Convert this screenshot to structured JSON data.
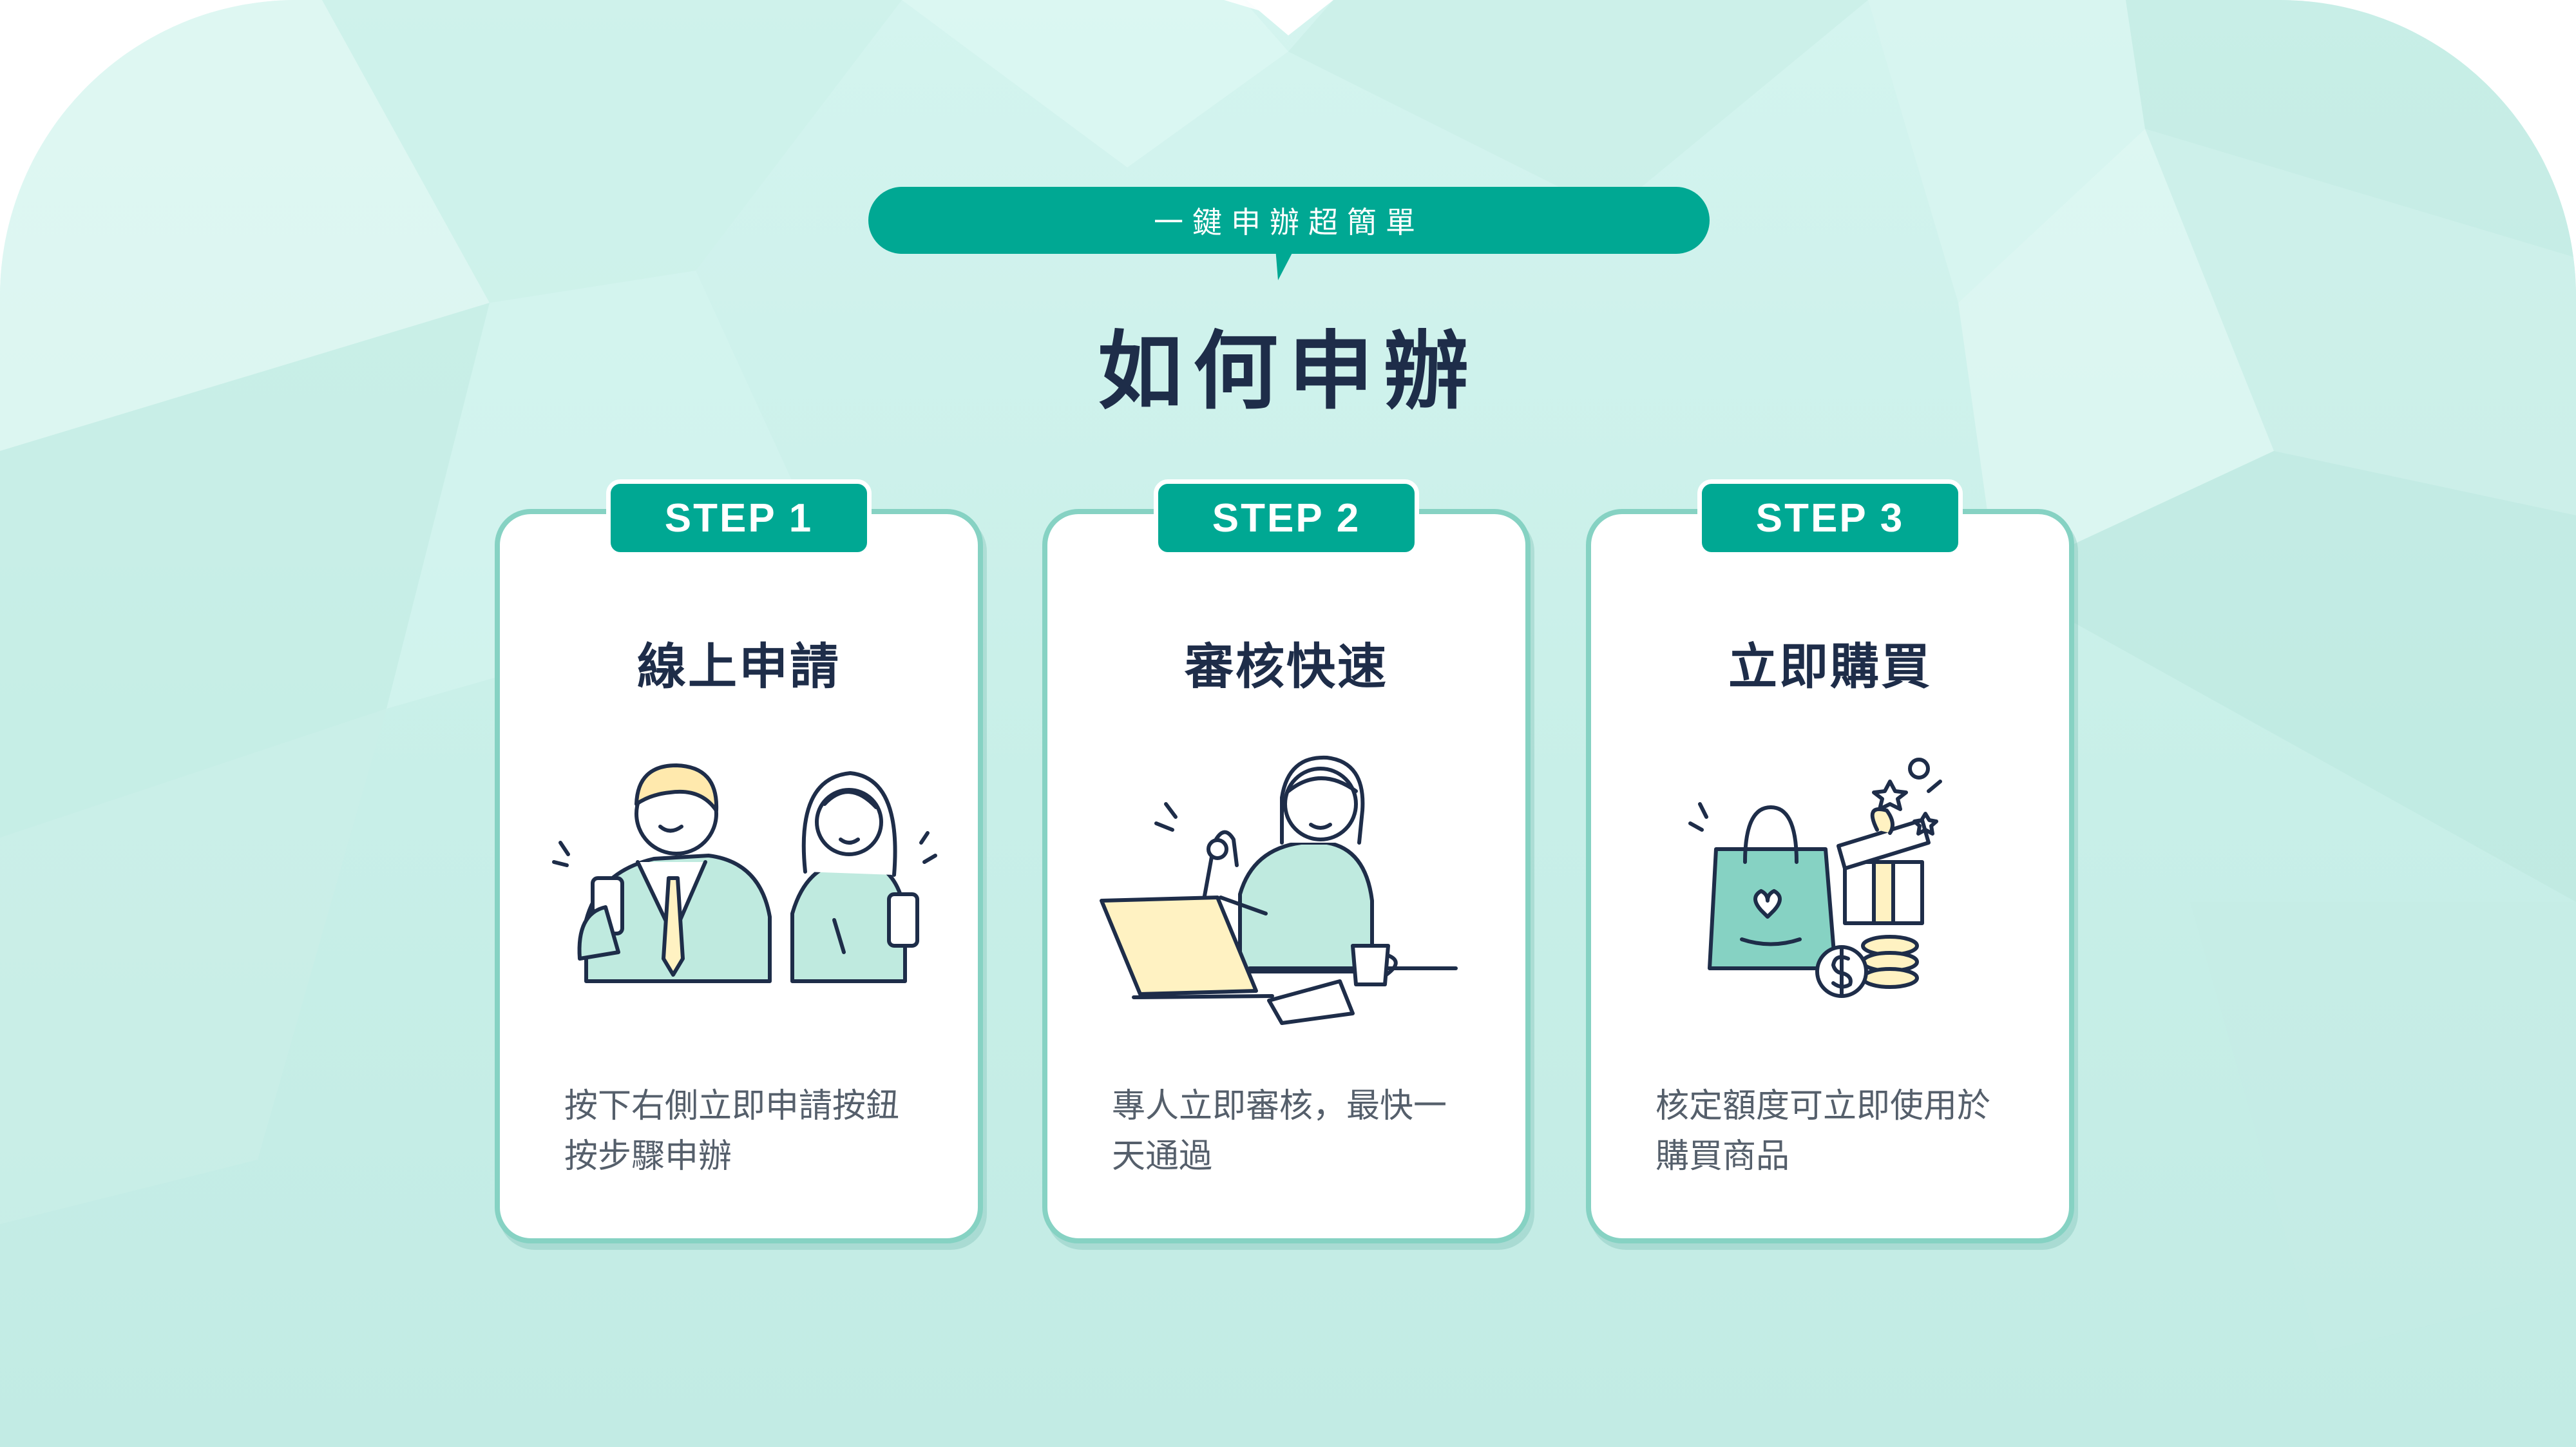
{
  "header": {
    "pill_text": "一鍵申辦超簡單",
    "title": "如何申辦"
  },
  "steps": [
    {
      "badge": "STEP 1",
      "title": "線上申請",
      "description": [
        "按下右側立即申請按鈕",
        "按步驟申辦"
      ],
      "icon": "people-with-phones-icon"
    },
    {
      "badge": "STEP 2",
      "title": "審核快速",
      "description": [
        "專人立即審核，最快一",
        "天通過"
      ],
      "icon": "reviewer-laptop-icon"
    },
    {
      "badge": "STEP 3",
      "title": "立即購買",
      "description": [
        "核定額度可立即使用於",
        "購買商品"
      ],
      "icon": "shopping-bag-gift-coins-icon"
    }
  ],
  "colors": {
    "accent": "#00a893",
    "card_border": "#86d2c3",
    "title_text": "#1e2d49",
    "body_text": "#555f6b",
    "background": "#c8efe8"
  }
}
